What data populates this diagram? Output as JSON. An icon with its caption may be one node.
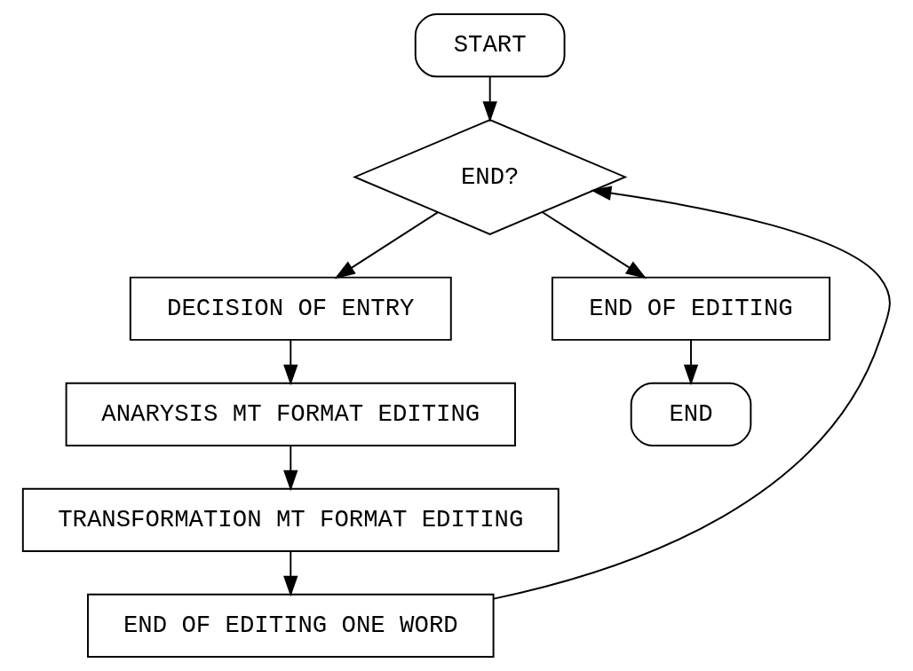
{
  "diagram": {
    "nodes": [
      {
        "text": [
          "START"
        ]
      },
      {
        "text": [
          "END?"
        ]
      },
      {
        "text": [
          "DECISION OF ENTRY"
        ]
      },
      {
        "text": [
          "ANARYSIS MT FORMAT EDITING"
        ]
      },
      {
        "text": [
          "TRANSFORMATION MT FORMAT EDITING"
        ]
      },
      {
        "text": [
          "END OF EDITING ONE WORD"
        ]
      },
      {
        "text": [
          "END OF EDITING"
        ]
      },
      {
        "text": [
          "END"
        ]
      }
    ],
    "edges": [
      {
        "from": 0,
        "to": 1,
        "arrow": "to"
      },
      {
        "from": 1,
        "to": 2,
        "arrow": "to"
      },
      {
        "from": 2,
        "to": 3,
        "arrow": "to"
      },
      {
        "from": 3,
        "to": 4,
        "arrow": "to"
      },
      {
        "from": 4,
        "to": 5,
        "arrow": "to"
      },
      {
        "from": 5,
        "to": 1,
        "arrow": "to"
      },
      {
        "from": 1,
        "to": 6,
        "arrow": "to"
      },
      {
        "from": 6,
        "to": 7,
        "arrow": "to"
      }
    ]
  }
}
